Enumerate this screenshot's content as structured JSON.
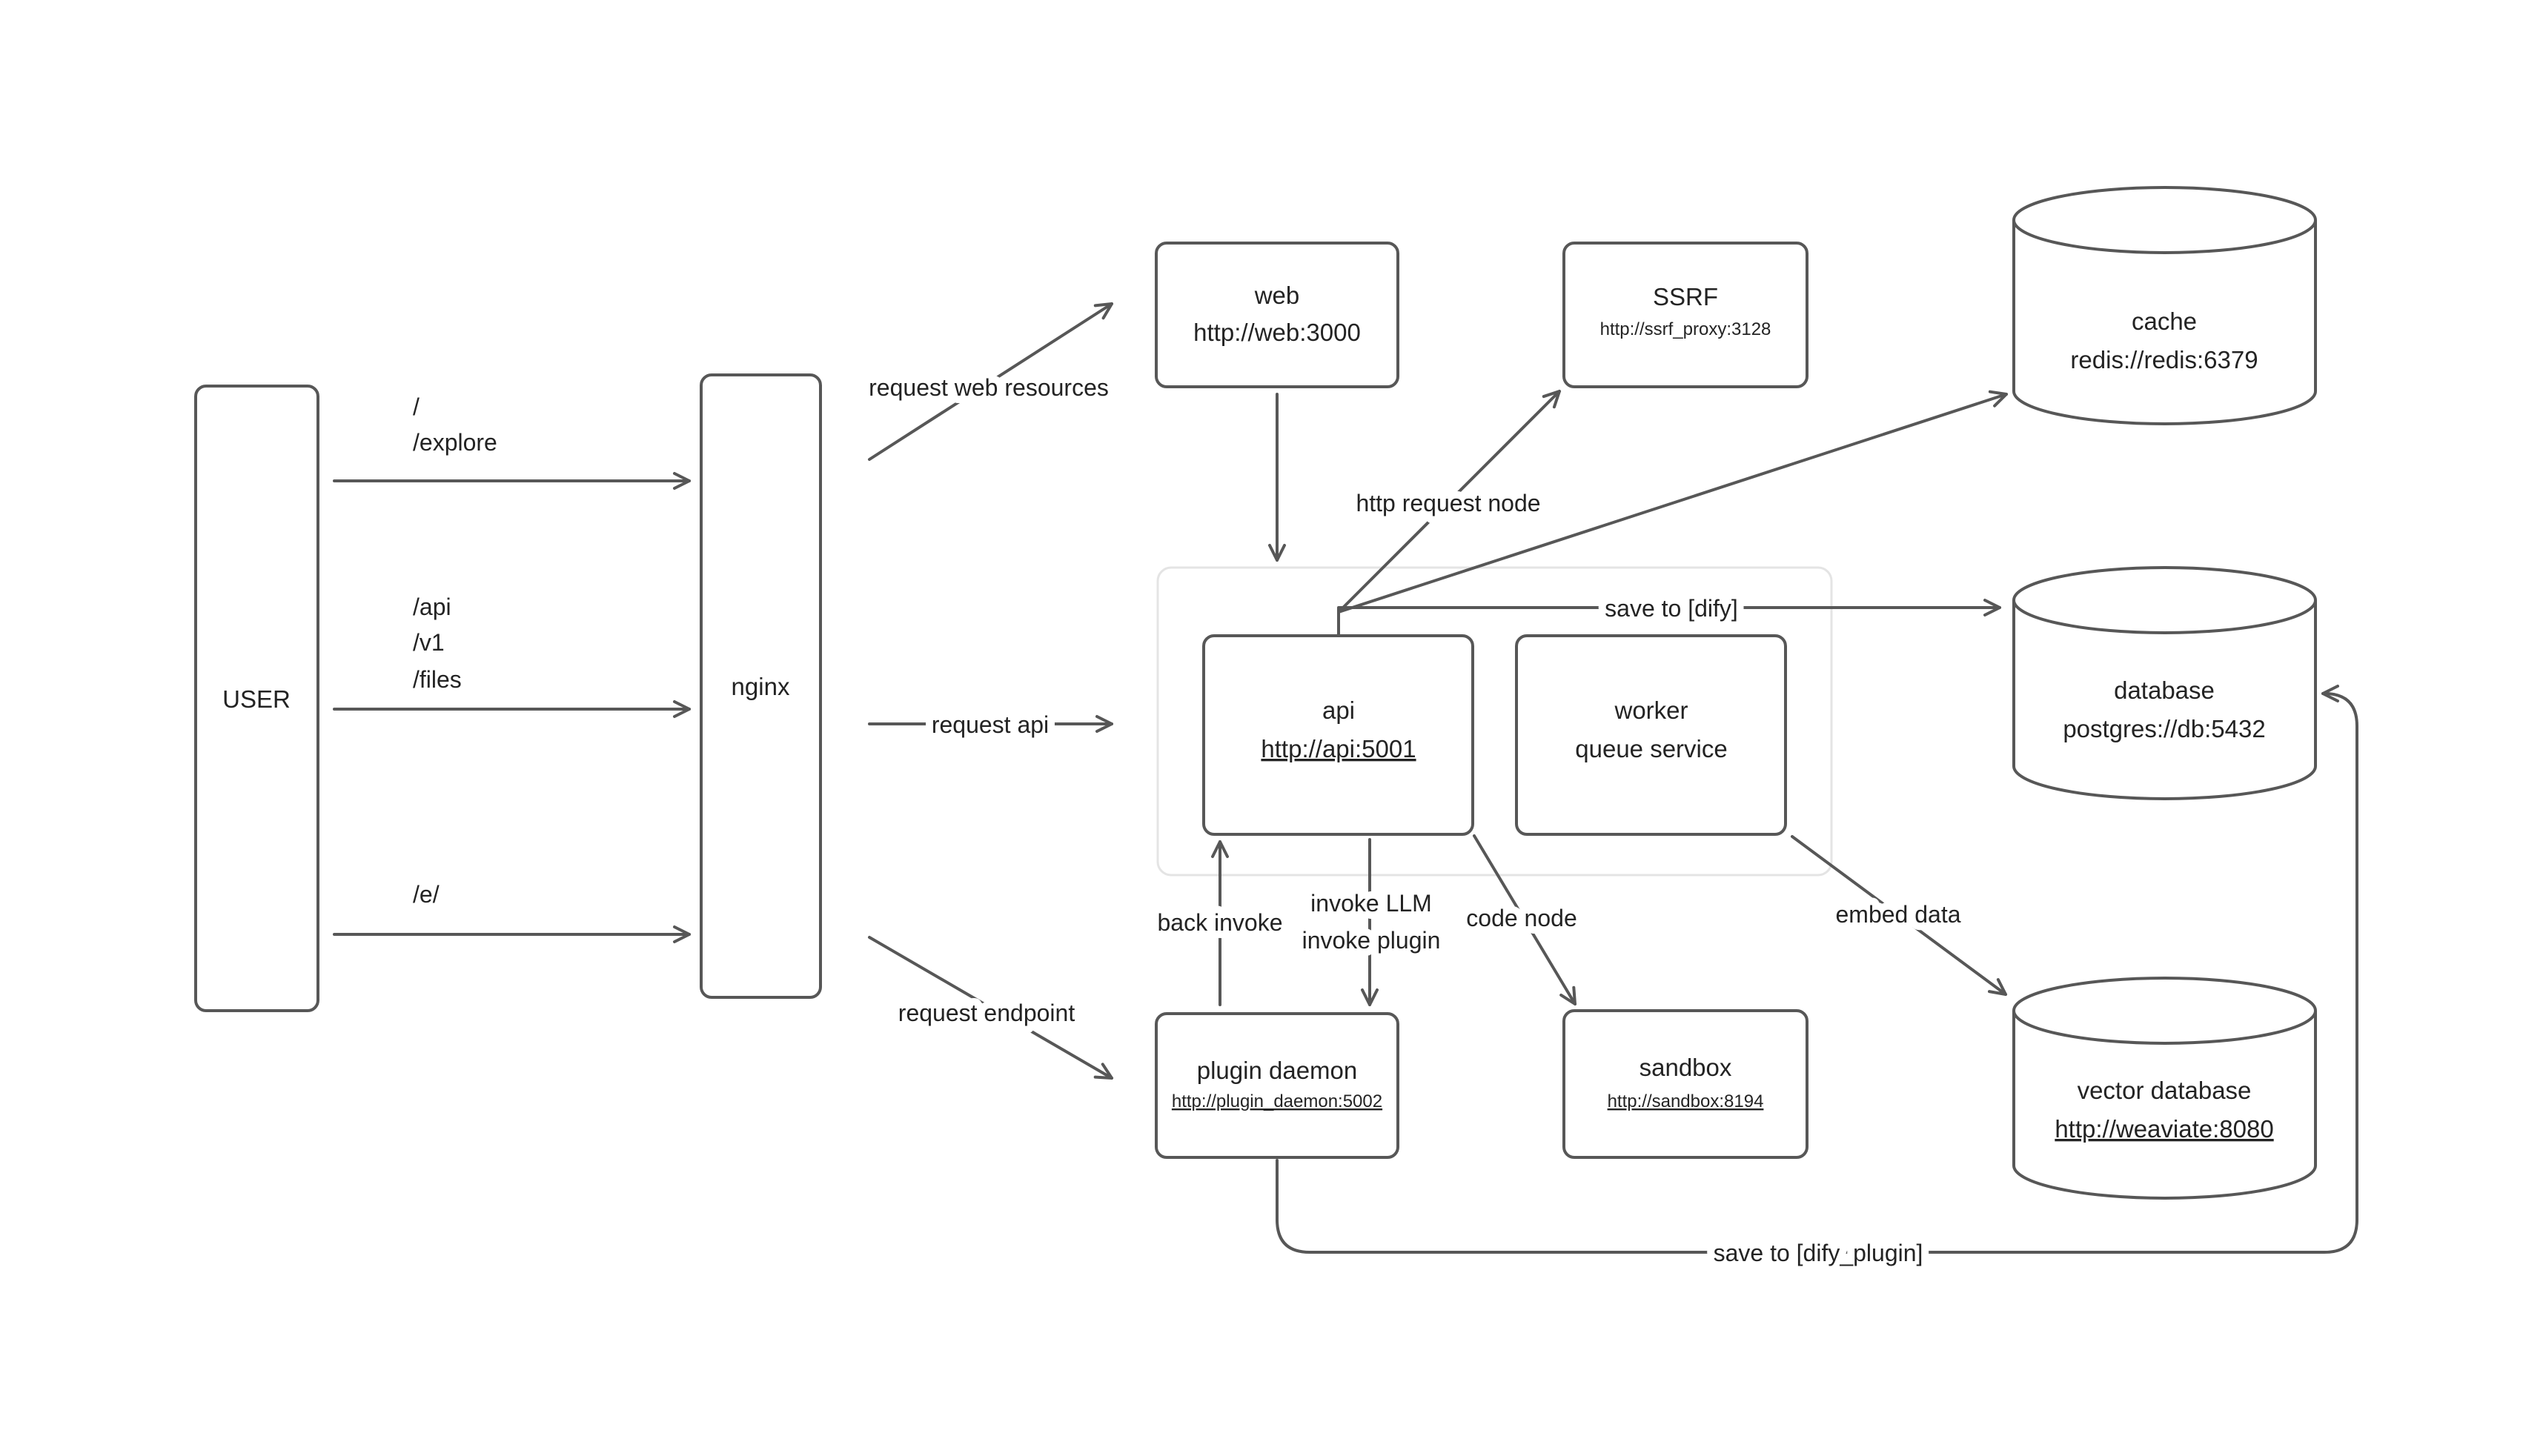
{
  "nodes": {
    "user": {
      "label": "USER"
    },
    "nginx": {
      "label": "nginx"
    },
    "web": {
      "title": "web",
      "url": "http://web:3000"
    },
    "ssrf": {
      "title": "SSRF",
      "url": "http://ssrf_proxy:3128"
    },
    "cache": {
      "title": "cache",
      "url": "redis://redis:6379"
    },
    "database": {
      "title": "database",
      "url": "postgres://db:5432"
    },
    "vector_database": {
      "title": "vector database",
      "url": "http://weaviate:8080"
    },
    "api": {
      "title": "api",
      "url": "http://api:5001"
    },
    "worker": {
      "title": "worker",
      "subtitle": "queue service"
    },
    "plugin_daemon": {
      "title": "plugin daemon",
      "url": "http://plugin_daemon:5002"
    },
    "sandbox": {
      "title": "sandbox",
      "url": "http://sandbox:8194"
    }
  },
  "edges": {
    "routes_top": {
      "line1": "/",
      "line2": "/explore"
    },
    "routes_mid": {
      "line1": "/api",
      "line2": "/v1",
      "line3": "/files"
    },
    "routes_bottom": {
      "line1": "/e/"
    },
    "request_web": {
      "label": "request web resources"
    },
    "request_api": {
      "label": "request api"
    },
    "request_endpoint": {
      "label": "request endpoint"
    },
    "http_request_node": {
      "label": "http request node"
    },
    "save_to_dify": {
      "label": "save to [dify]"
    },
    "invoke": {
      "line1": "invoke LLM",
      "line2": "invoke plugin"
    },
    "back_invoke": {
      "label": "back invoke"
    },
    "code_node": {
      "label": "code node"
    },
    "embed_data": {
      "label": "embed data"
    },
    "save_to_dify_plugin": {
      "label": "save to [dify_plugin]"
    }
  },
  "colors": {
    "stroke": "#575757",
    "text": "#232323",
    "group_border": "#e4e4e4",
    "background": "#ffffff"
  }
}
